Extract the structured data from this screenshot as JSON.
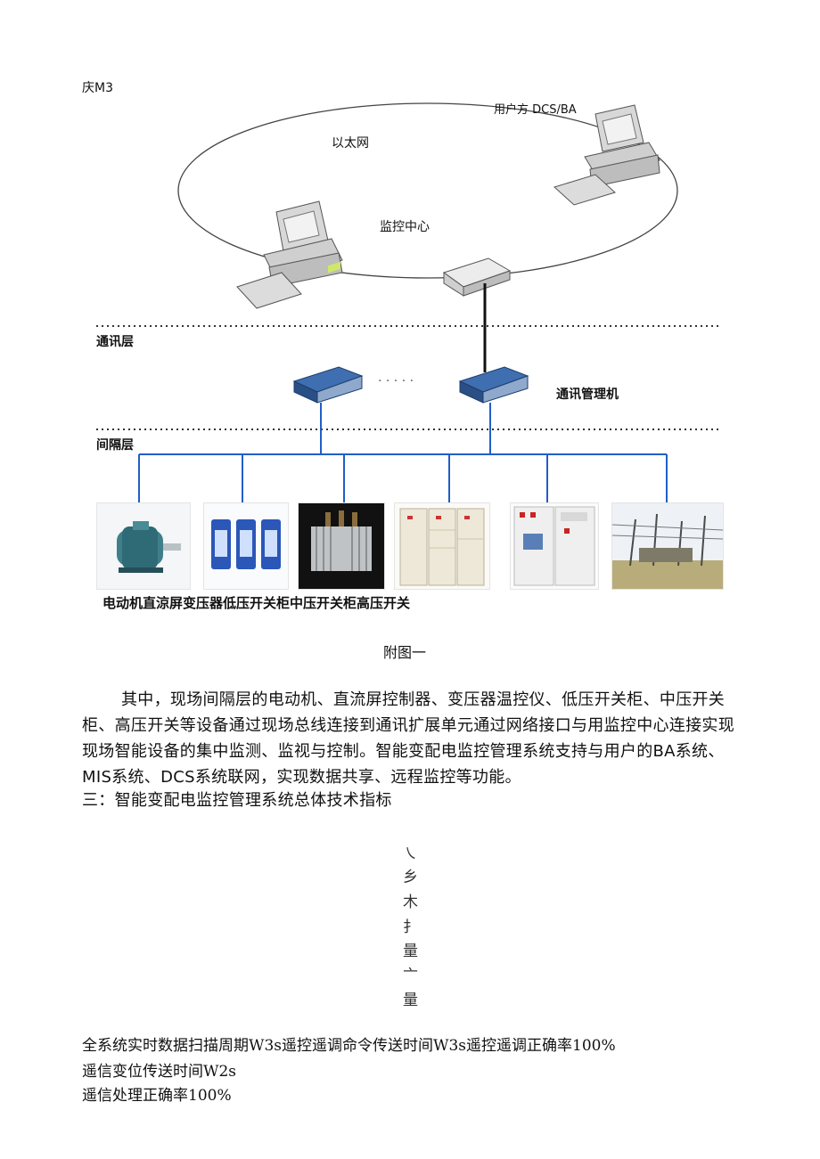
{
  "corner_label": "庆M3",
  "diagram": {
    "user_side_label": "用户方 DCS/BA",
    "ethernet_label": "以太网",
    "monitor_center_label": "监控中心",
    "comm_layer_label": "通讯层",
    "comm_manager_label": "通讯管理机",
    "comm_manager_dots": "· · · · ·",
    "bay_layer_label": "间隔层",
    "devices_caption": "电动机直涼屏变压器低压开关柜中压开关柜高压开关",
    "device_icons": [
      "motor-photo",
      "dc-panel-photo",
      "transformer-photo",
      "low-voltage-cabinet-photo",
      "medium-voltage-cabinet-photo",
      "high-voltage-switchyard-photo"
    ]
  },
  "figure_caption": "附图一",
  "body_paragraph": "其中，现场间隔层的电动机、直流屏控制器、变压器温控仪、低压开关柜、中压开关柜、高压开关等设备通过现场总线连接到通讯扩展单元通过网络接口与用监控中心连接实现现场智能设备的集中监测、监视与控制。智能变配电监控管理系统支持与用户的BA系统、MIS系统、DCS系统联网，实现数据共享、远程监控等功能。",
  "section_heading": "三：智能变配电监控管理系统总体技术指标",
  "vertical_fragments": [
    "㇏",
    "乡",
    "木",
    "扌",
    "量",
    "亠",
    "量"
  ],
  "spec_lines": [
    "全系统实时数据扫描周期W3s遥控遥调命令传送时间W3s遥控遥调正确率100%",
    "遥信变位传送时间W2s",
    "遥信处理正确率100%"
  ]
}
